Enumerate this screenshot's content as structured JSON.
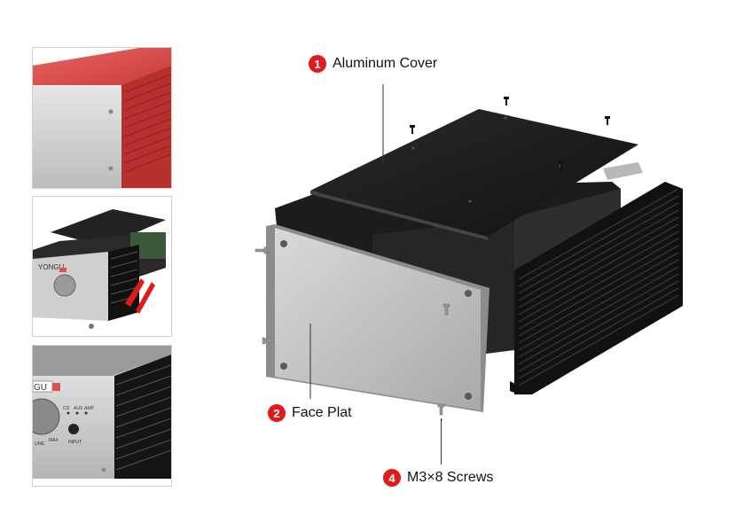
{
  "thumbnails": [
    {
      "name": "red-enclosure-corner"
    },
    {
      "name": "enclosure-assembly-with-knob",
      "brand_text": "YONGU"
    },
    {
      "name": "front-panel-closeup",
      "brand_text": "GU",
      "labels": [
        "CD",
        "AUX",
        "AMP",
        "MAX",
        "INPUT",
        "UME"
      ]
    }
  ],
  "callouts": [
    {
      "number": "1",
      "label": "Aluminum Cover"
    },
    {
      "number": "2",
      "label": "Face Plat"
    },
    {
      "number": "4",
      "label": "M3×8 Screws"
    }
  ],
  "colors": {
    "badge_red": "#e01b1b",
    "cover_black": "#1a1a1a",
    "heatsink_black": "#111111",
    "faceplate_silver": "#c9c9c9",
    "accent_red": "#d63a3a"
  }
}
